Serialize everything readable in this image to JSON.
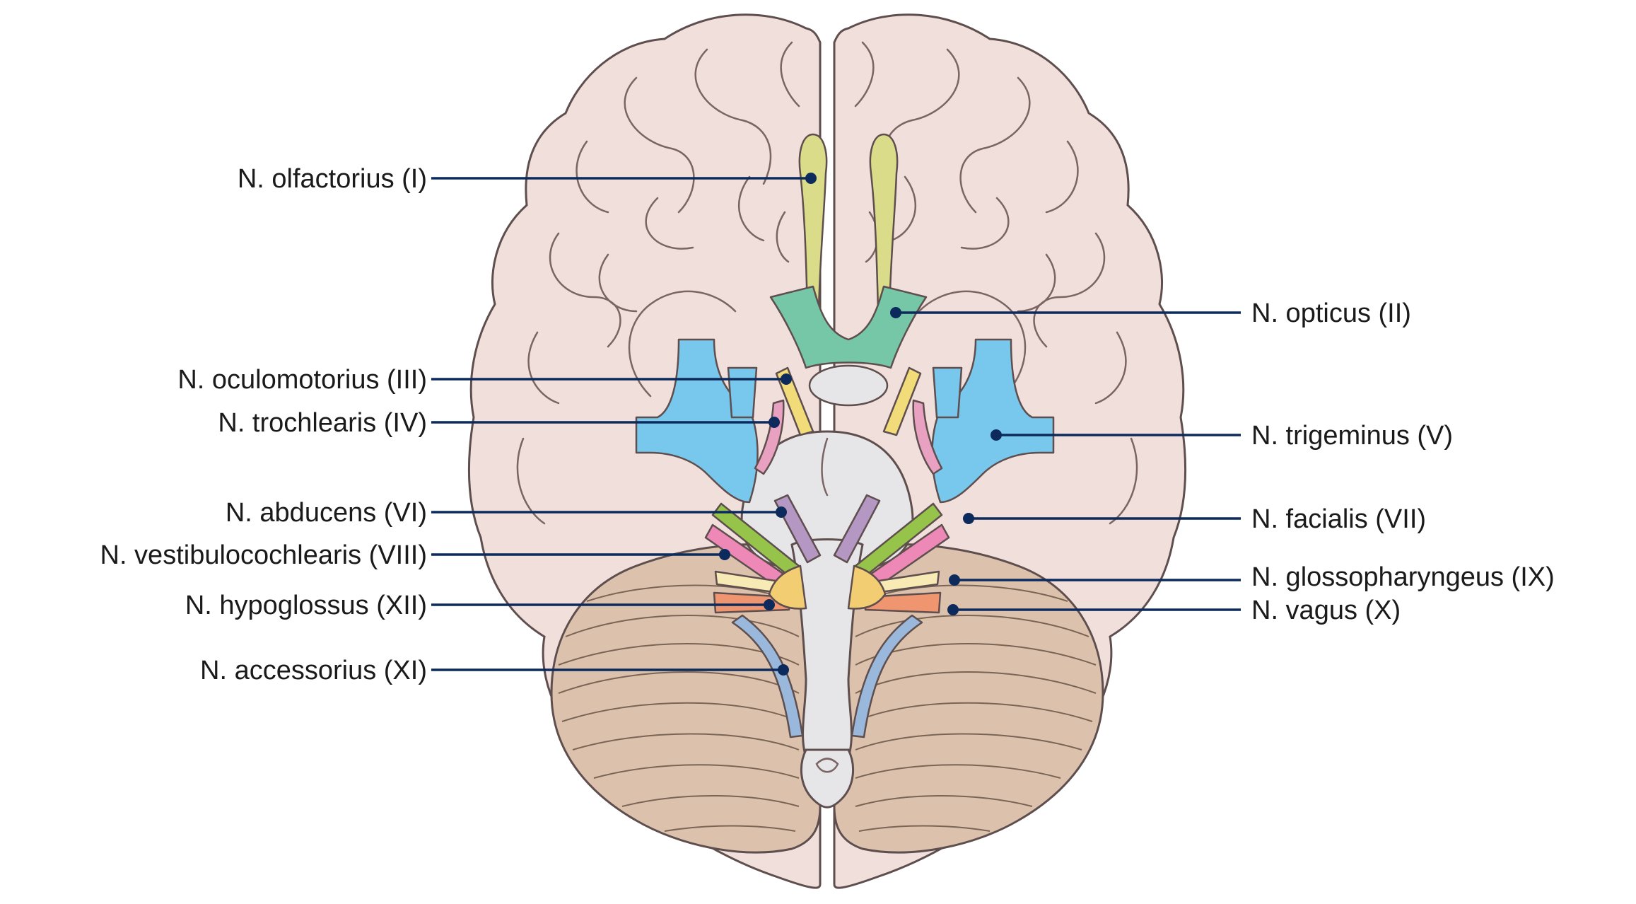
{
  "labels": {
    "olfactorius": "N. olfactorius (I)",
    "opticus": "N. opticus (II)",
    "oculomotorius": "N. oculomotorius (III)",
    "trochlearis": "N. trochlearis (IV)",
    "trigeminus": "N. trigeminus (V)",
    "abducens": "N. abducens (VI)",
    "facialis": "N. facialis (VII)",
    "vestibulocochlearis": "N. vestibulocochlearis (VIII)",
    "glossopharyngeus": "N. glossopharyngeus (IX)",
    "vagus": "N. vagus (X)",
    "accessorius": "N. accessorius (XI)",
    "hypoglossus": "N. hypoglossus (XII)"
  },
  "colors": {
    "cerebrum": "#f1dfdb",
    "cerebellum": "#dcc2ad",
    "brainstem": "#e6e6e8",
    "olfactorius": "#dadc8a",
    "opticus": "#76c7a7",
    "oculomotorius": "#f2dc7a",
    "trochlearis": "#e9a1c1",
    "trigeminus": "#78c8ee",
    "abducens": "#b497c2",
    "facialis": "#96c44a",
    "vestibulocochlearis": "#ee88b6",
    "glossopharyngeus": "#f8eab4",
    "vagus": "#ef9670",
    "accessorius": "#9ab8db",
    "hypoglossus": "#f2cd72",
    "leader": "#0d2a5c"
  }
}
